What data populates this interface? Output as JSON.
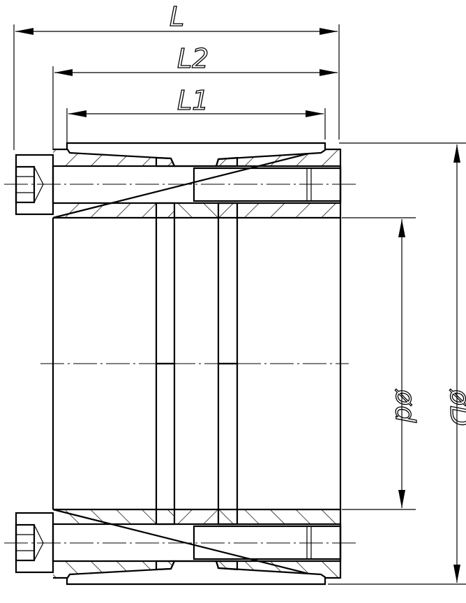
{
  "dimensions": {
    "overall_length": "L",
    "length_2": "L2",
    "length_1": "L1",
    "inner_diameter": "ød",
    "outer_diameter": "øD"
  },
  "colors": {
    "line": "#000000",
    "background": "#ffffff"
  }
}
